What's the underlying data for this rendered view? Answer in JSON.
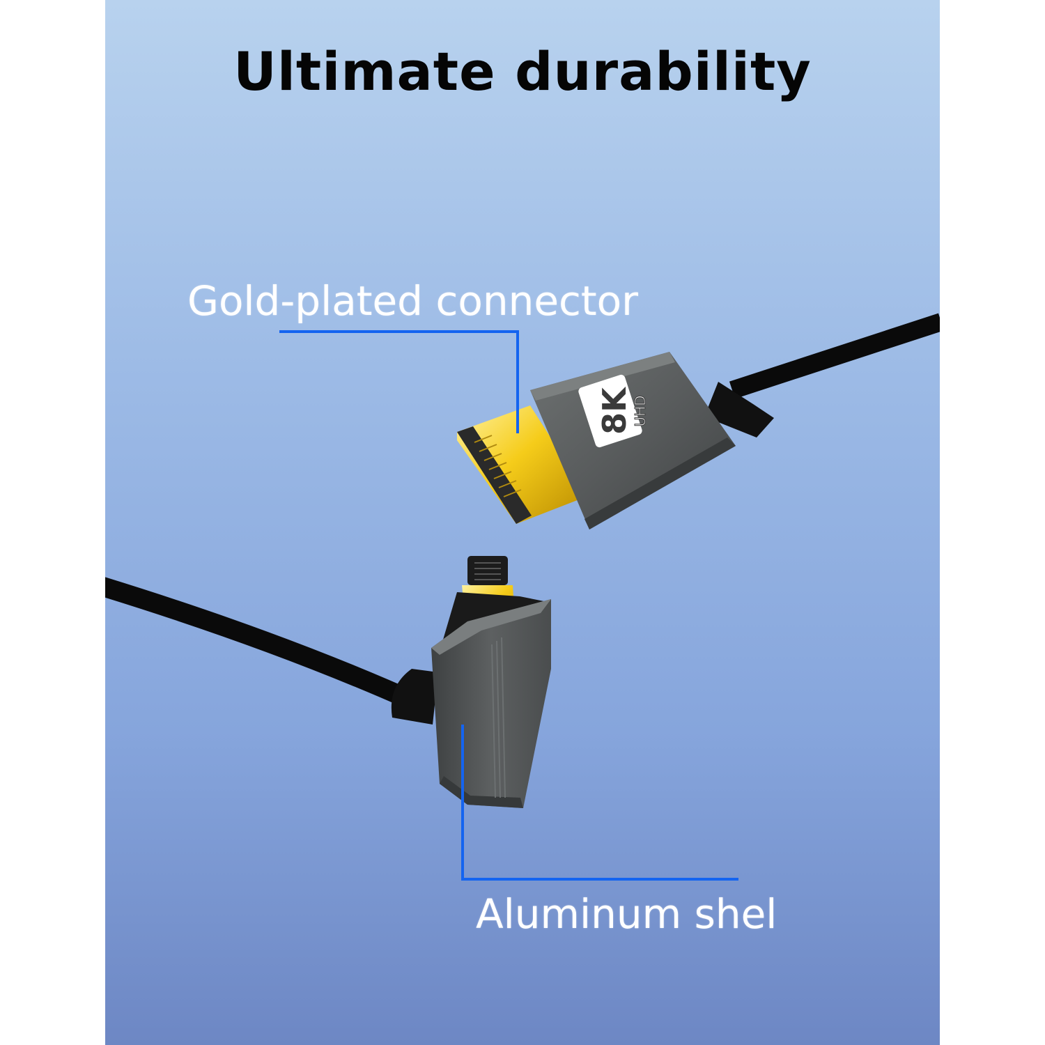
{
  "headline": "Ultimate durability",
  "callouts": {
    "connector": "Gold-plated connector",
    "shell": "Aluminum shel"
  },
  "badge": {
    "main": "8K",
    "sub": "UHD"
  },
  "colors": {
    "background_top": "#b8d2ee",
    "background_bottom": "#6d87c4",
    "leader_line": "#1464f0",
    "connector_gold": "#e6b800",
    "shell_gray": "#56595a",
    "cable_black": "#0a0a0a"
  }
}
